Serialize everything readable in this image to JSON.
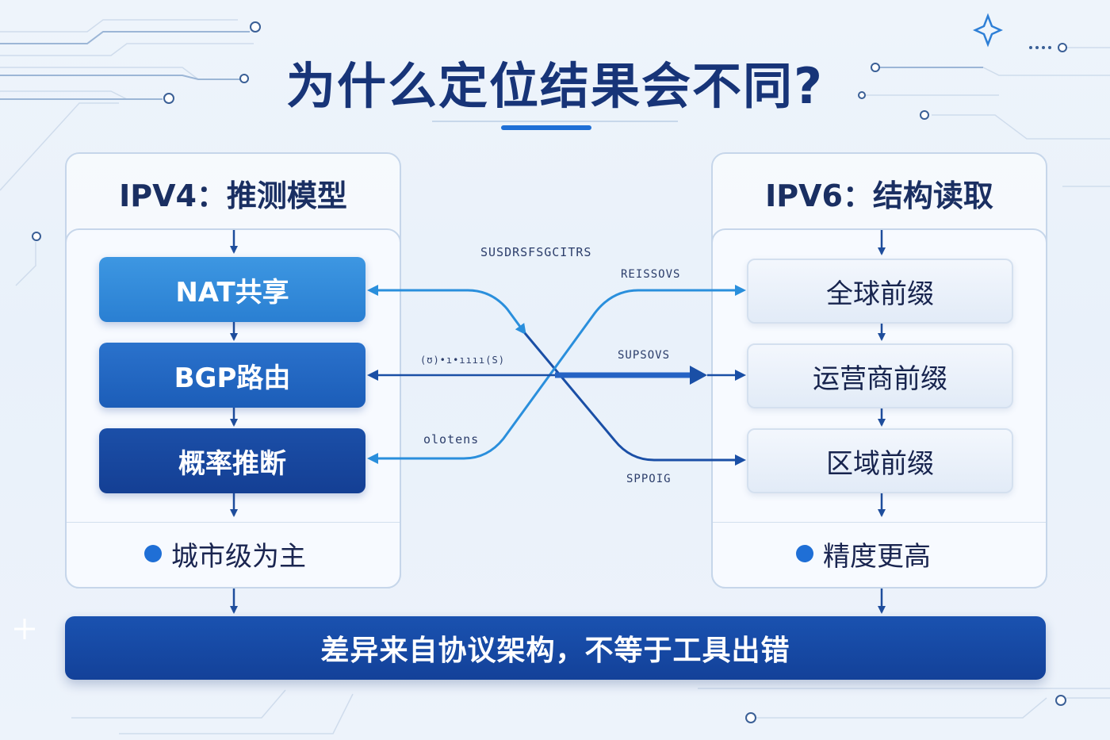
{
  "title": "为什么定位结果会不同?",
  "left_panel": {
    "heading": "IPV4：推测模型",
    "blocks": [
      "NAT共享",
      "BGP路由",
      "概率推断"
    ],
    "result": "城市级为主"
  },
  "right_panel": {
    "heading": "IPV6：结构读取",
    "blocks": [
      "全球前缀",
      "运营商前缀",
      "区域前缀"
    ],
    "result": "精度更高"
  },
  "connector_labels": {
    "top": "SUSDRSFSGCITRS",
    "upper_right": "REISSOVS",
    "middle_left": "(ʊ)•ı•ıııı(S)",
    "middle_right": "SUPSOVS",
    "lower_left": "olotens",
    "lower_right": "SPPOIG"
  },
  "banner": "差异来自协议架构，不等于工具出错",
  "colors": {
    "title": "#173478",
    "accent": "#1f6fd6",
    "left_block_1": "#3592de",
    "left_block_2": "#2468c3",
    "left_block_3": "#17479e",
    "banner": "#164aa5"
  },
  "icons": {
    "sparkle": "sparkle-icon",
    "plus": "plus-icon",
    "result_bullet": "dot-icon"
  }
}
